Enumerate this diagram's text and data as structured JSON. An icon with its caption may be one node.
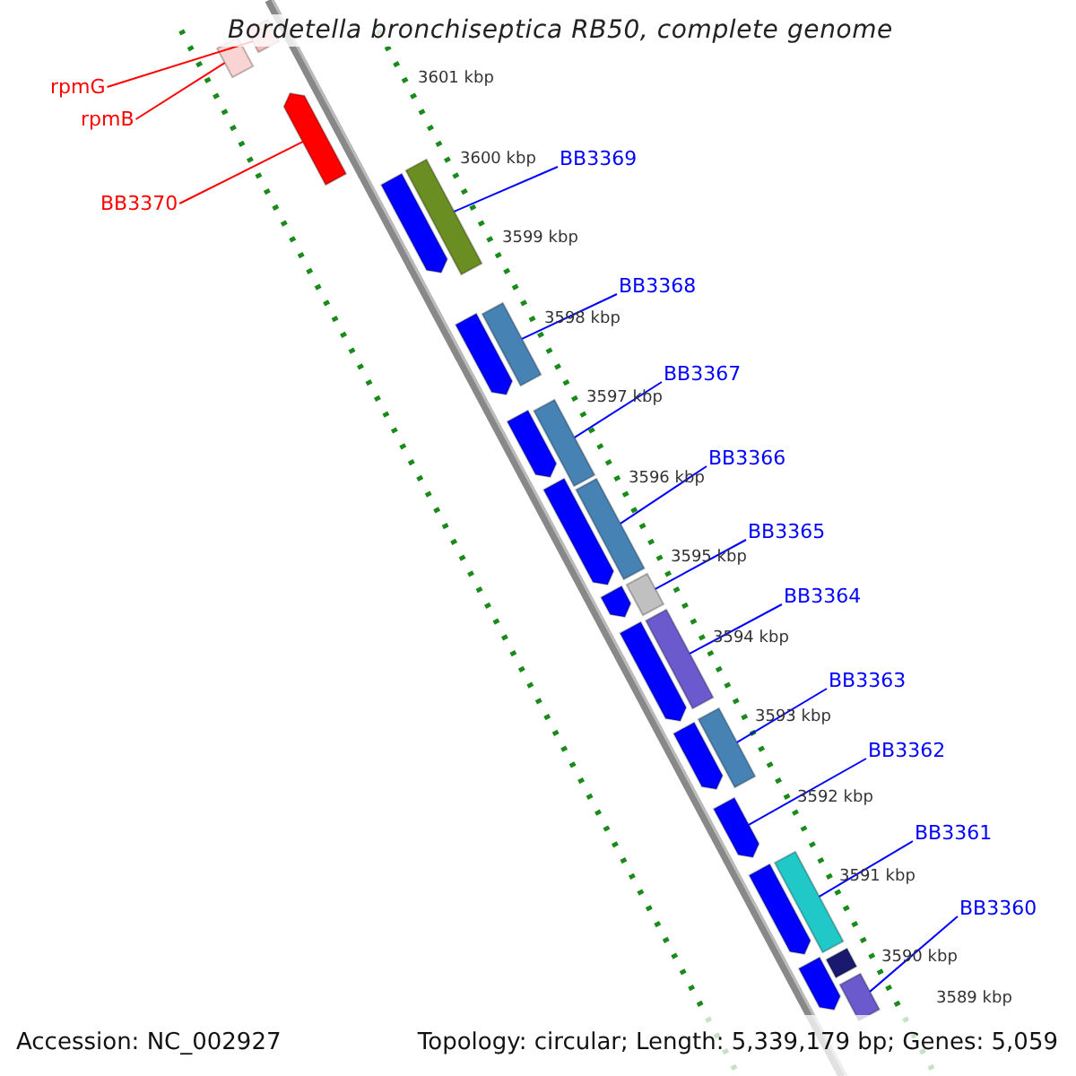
{
  "diagram": {
    "title": "Bordetella bronchiseptica RB50, complete genome",
    "nodes": [
      {
        "text": [
          "rpmG"
        ]
      },
      {
        "text": [
          "rpmB"
        ]
      },
      {
        "text": [
          "BB3370"
        ]
      },
      {
        "text": [
          "BB3369"
        ]
      },
      {
        "text": [
          "BB3368"
        ]
      },
      {
        "text": [
          "BB3367"
        ]
      },
      {
        "text": [
          "BB3366"
        ]
      },
      {
        "text": [
          "BB3365"
        ]
      },
      {
        "text": [
          "BB3364"
        ]
      },
      {
        "text": [
          "BB3363"
        ]
      },
      {
        "text": [
          "BB3362"
        ]
      },
      {
        "text": [
          "BB3361"
        ]
      },
      {
        "text": [
          "BB3360"
        ]
      },
      {
        "text": [],
        "shape": "bar"
      },
      {
        "text": [],
        "shape": "bar"
      },
      {
        "text": [],
        "shape": "bar"
      },
      {
        "text": [],
        "shape": "bar"
      },
      {
        "text": [],
        "shape": "bar"
      },
      {
        "text": [],
        "shape": "bar"
      },
      {
        "text": [],
        "shape": "bar"
      },
      {
        "text": [],
        "shape": "bar"
      },
      {
        "text": [],
        "shape": "bar"
      },
      {
        "text": [],
        "shape": "bar"
      },
      {
        "text": [],
        "shape": "bar"
      },
      {
        "text": [],
        "shape": "bar"
      },
      {
        "text": [],
        "shape": "bar"
      }
    ],
    "edges": [
      {
        "from": 0,
        "to": 13,
        "arrow": "none",
        "color": "#ff0000"
      },
      {
        "from": 1,
        "to": 14,
        "arrow": "none",
        "color": "#ff0000"
      },
      {
        "from": 2,
        "to": 15,
        "arrow": "none",
        "color": "#ff0000"
      },
      {
        "from": 3,
        "to": 16,
        "arrow": "none"
      },
      {
        "from": 4,
        "to": 17,
        "arrow": "none"
      },
      {
        "from": 5,
        "to": 18,
        "arrow": "none"
      },
      {
        "from": 6,
        "to": 19,
        "arrow": "none"
      },
      {
        "from": 7,
        "to": 20,
        "arrow": "none"
      },
      {
        "from": 8,
        "to": 21,
        "arrow": "none"
      },
      {
        "from": 9,
        "to": 22,
        "arrow": "none"
      },
      {
        "from": 10,
        "to": 23,
        "arrow": "none"
      },
      {
        "from": 11,
        "to": 24,
        "arrow": "none"
      },
      {
        "from": 12,
        "to": 25,
        "arrow": "none"
      }
    ],
    "labels": [
      "3601 kbp",
      "3600 kbp",
      "3599 kbp",
      "3598 kbp",
      "3597 kbp",
      "3596 kbp",
      "3595 kbp",
      "3594 kbp",
      "3593 kbp",
      "3592 kbp",
      "3591 kbp",
      "3590 kbp",
      "3589 kbp",
      "Accession: NC_002927",
      "Topology: circular; Length: 5,339,179 bp; Genes: 5,059"
    ]
  }
}
